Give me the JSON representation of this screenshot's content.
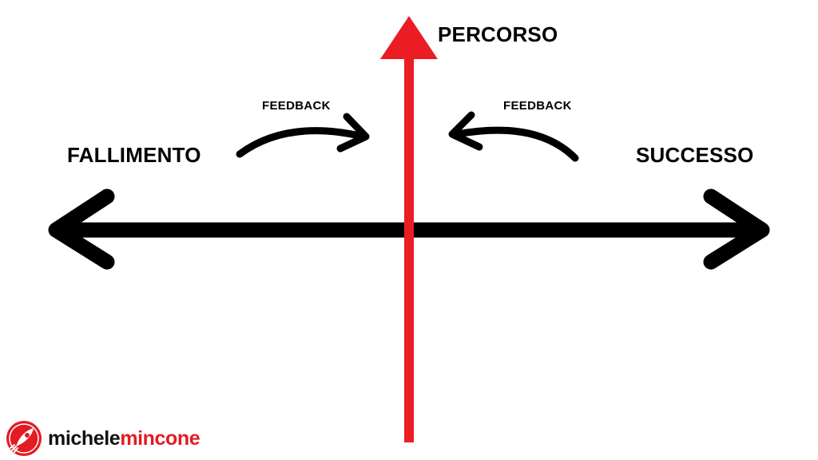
{
  "labels": {
    "vertical_axis": "PERCORSO",
    "left_end": "FALLIMENTO",
    "right_end": "SUCCESSO",
    "feedback_left": "FEEDBACK",
    "feedback_right": "FEEDBACK"
  },
  "brand": {
    "name_part1": "michele",
    "name_part2": "mincone",
    "logo_icon": "rocket-logo-icon"
  },
  "colors": {
    "vertical_axis": "#ec1c24",
    "horizontal_axis": "#000000",
    "brand_red": "#e31b23",
    "brand_dark": "#111111"
  }
}
